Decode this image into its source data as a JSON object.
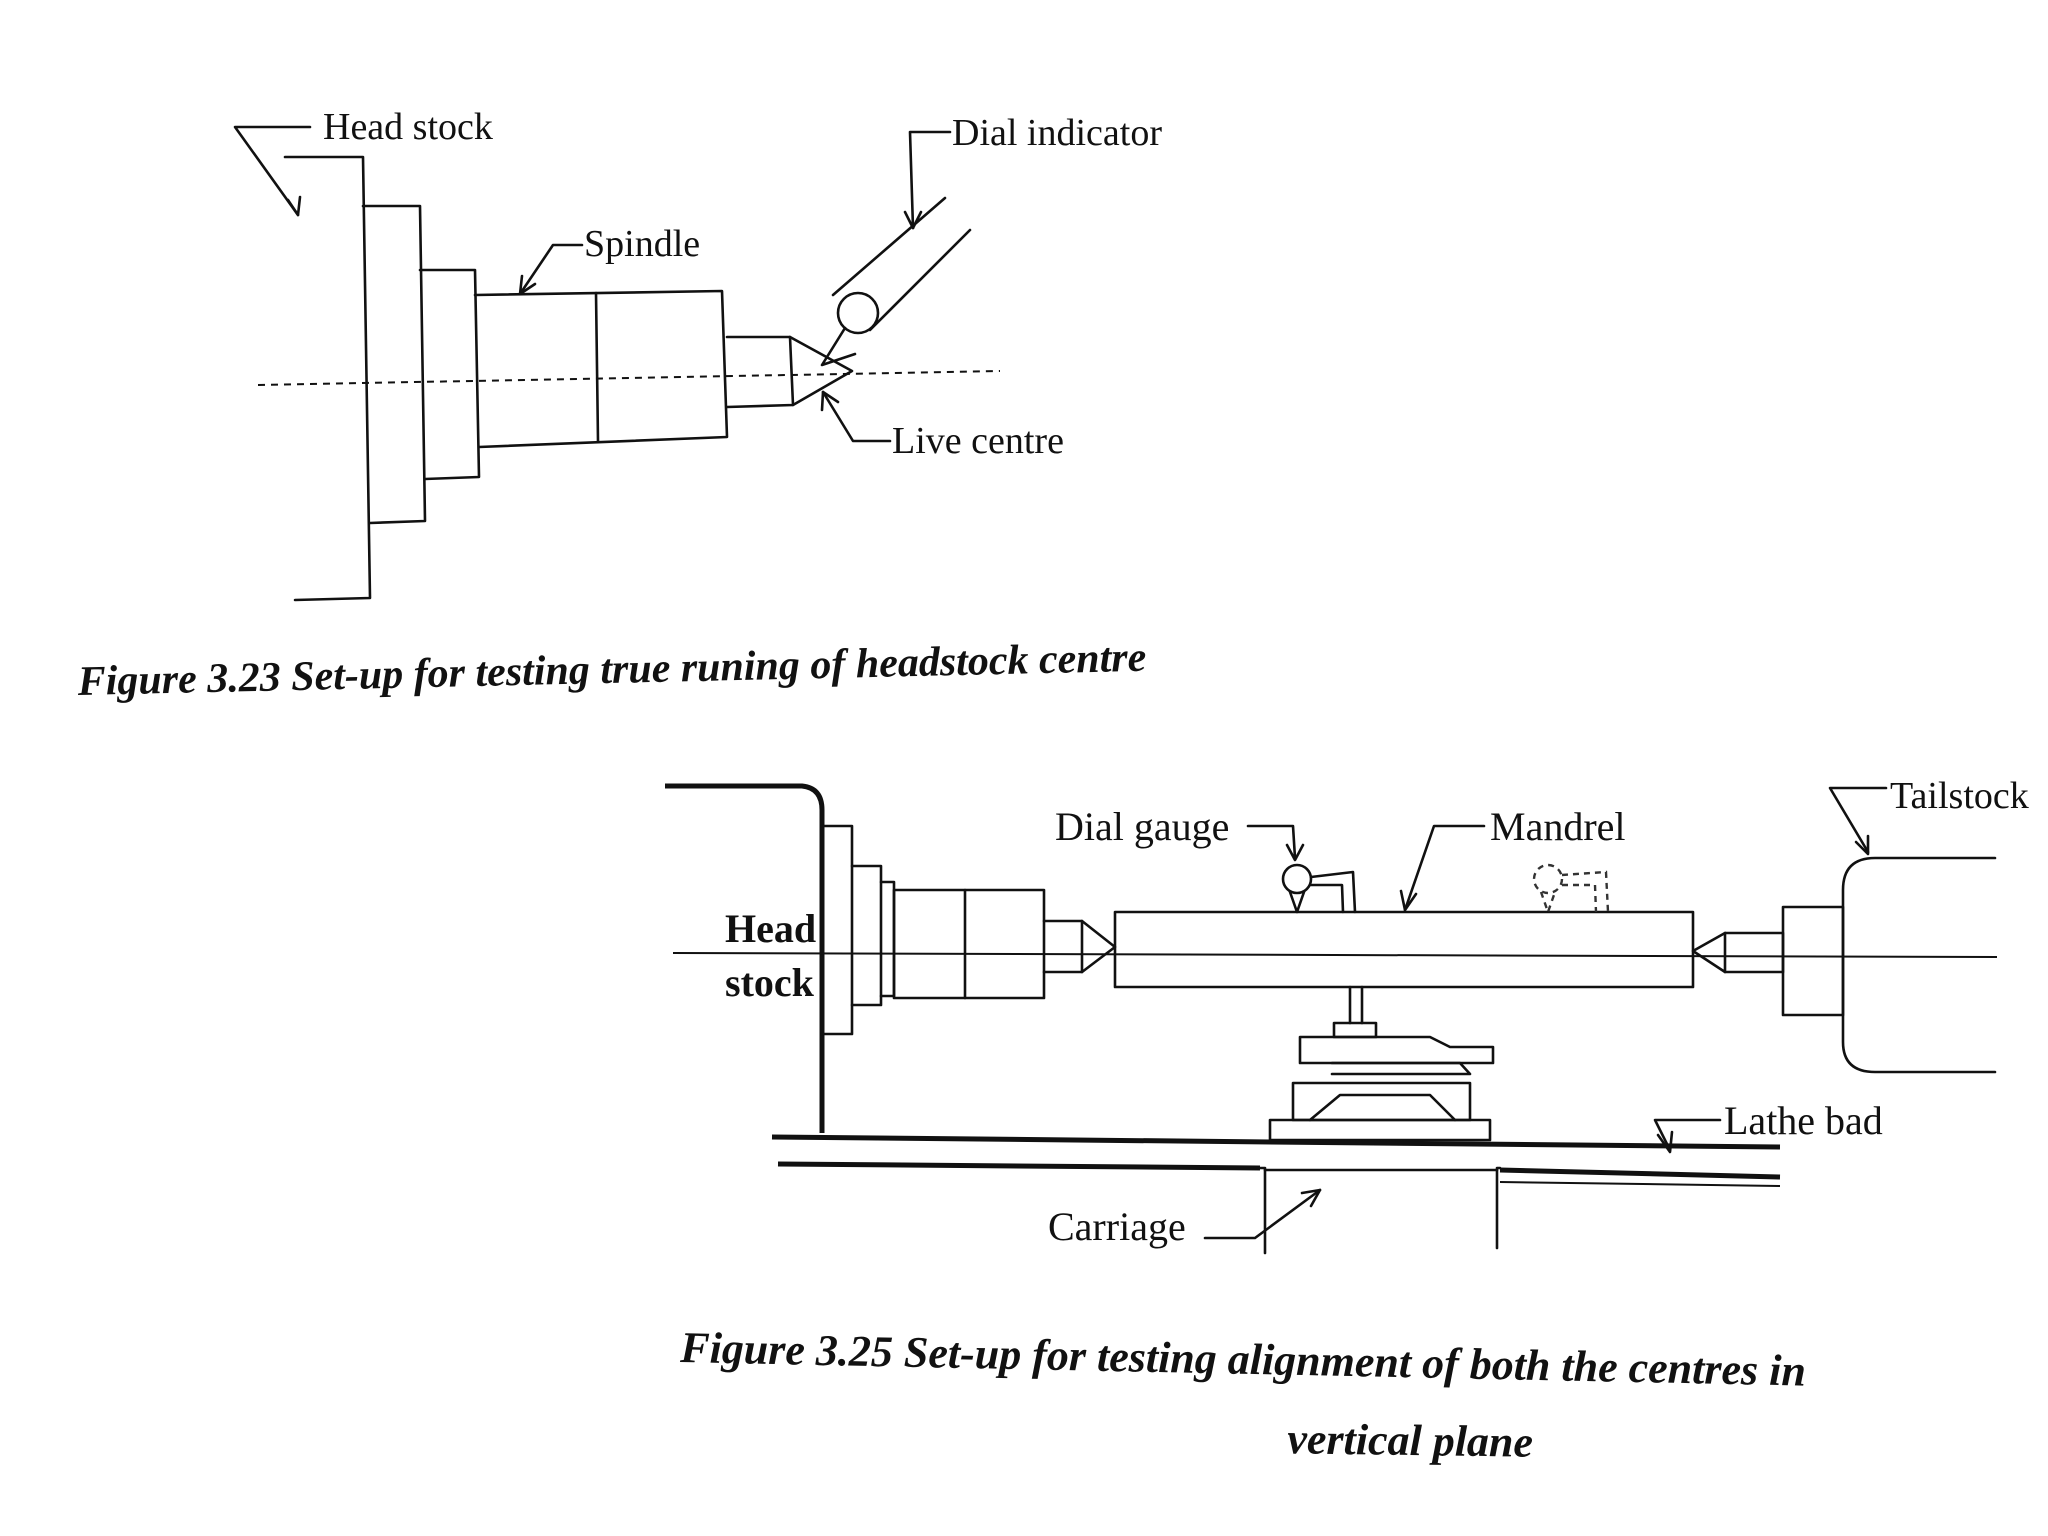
{
  "figure_a": {
    "labels": {
      "head_stock": "Head stock",
      "dial_indicator": "Dial indicator",
      "spindle": "Spindle",
      "live_centre": "Live centre"
    },
    "caption": "Figure 3.23 Set-up for testing true runing of headstock centre"
  },
  "figure_b": {
    "labels": {
      "head": "Head",
      "stock": "stock",
      "dial_gauge": "Dial gauge",
      "mandrel": "Mandrel",
      "tailstock": "Tailstock",
      "lathe_bed": "Lathe bad",
      "carriage": "Carriage"
    },
    "caption_line1": "Figure 3.25 Set-up for testing alignment of both the centres in",
    "caption_line2": "vertical plane"
  }
}
